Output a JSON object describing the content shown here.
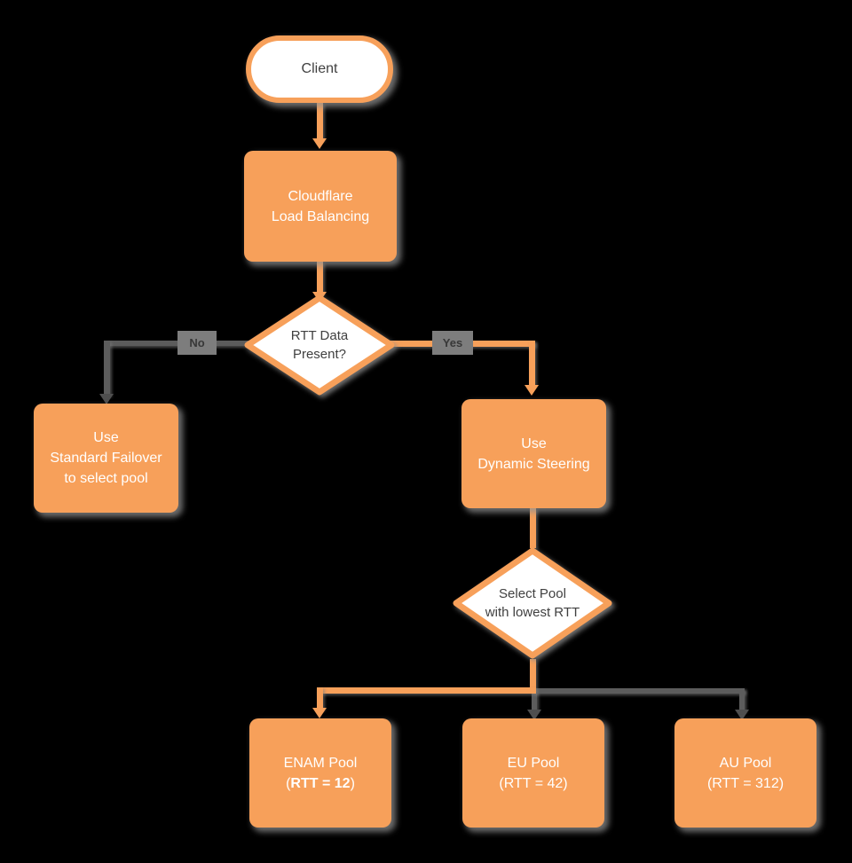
{
  "diagram": {
    "nodes": {
      "client": {
        "label": "Client"
      },
      "cloudflare": {
        "line1": "Cloudflare",
        "line2": "Load Balancing"
      },
      "rtt_decision": {
        "line1": "RTT Data",
        "line2": "Present?"
      },
      "standard_failover": {
        "line1": "Use",
        "line2": "Standard Failover",
        "line3": "to select pool"
      },
      "dynamic_steering": {
        "line1": "Use",
        "line2": "Dynamic Steering"
      },
      "select_pool": {
        "line1": "Select Pool",
        "line2": "with lowest RTT"
      },
      "enam_pool": {
        "line1": "ENAM Pool",
        "line2_open": "(",
        "line2_bold": "RTT = 12",
        "line2_close": ")"
      },
      "eu_pool": {
        "line1": "EU Pool",
        "line2": "(RTT = 42)"
      },
      "au_pool": {
        "line1": "AU Pool",
        "line2": "(RTT = 312)"
      }
    },
    "edge_labels": {
      "no": "No",
      "yes": "Yes"
    },
    "colors": {
      "shape_orange": "#F7A05A",
      "connector_gray": "#5C5C5C",
      "edge_label_background": "#7D7D7D",
      "shape_text_dark": "#404040",
      "shape_text_light": "#FFFFFF",
      "background": "#000000"
    }
  }
}
